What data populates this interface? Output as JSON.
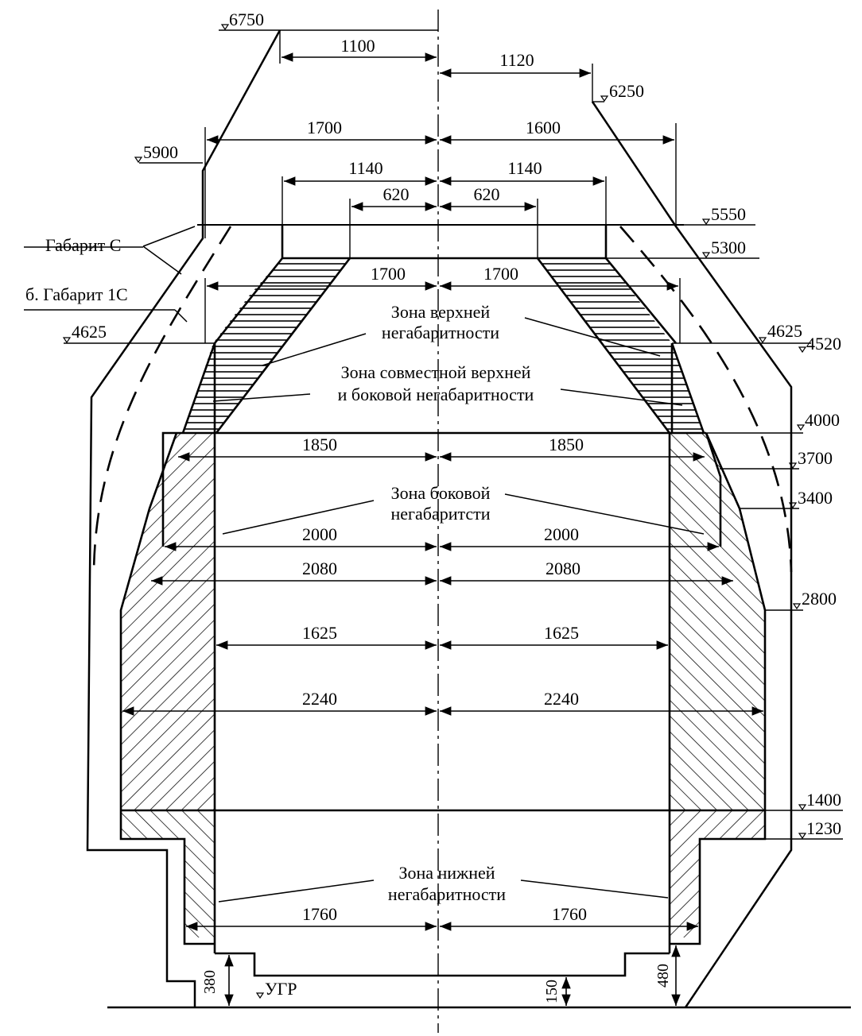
{
  "dimensions": {
    "top_left_width": "1100",
    "top_right_width": "1120",
    "c_left_half_top": "1700",
    "c_right_half_top": "1600",
    "left_1140": "1140",
    "right_1140": "1140",
    "left_620": "620",
    "right_620": "620",
    "left_1700_mid": "1700",
    "right_1700_mid": "1700",
    "left_1850": "1850",
    "right_1850": "1850",
    "left_2000": "2000",
    "right_2000": "2000",
    "left_2080": "2080",
    "right_2080": "2080",
    "left_1625": "1625",
    "right_1625": "1625",
    "left_2240": "2240",
    "right_2240": "2240",
    "left_1760": "1760",
    "right_1760": "1760",
    "left_380": "380",
    "right_480": "480",
    "center_150": "150"
  },
  "elevations": {
    "e6750": "6750",
    "e6250": "6250",
    "e5900": "5900",
    "e5550": "5550",
    "e5300": "5300",
    "e4625_left": "4625",
    "e4625_right": "4625",
    "e4520": "4520",
    "e4000": "4000",
    "e3700": "3700",
    "e3400": "3400",
    "e2800": "2800",
    "e1400": "1400",
    "e1230": "1230",
    "rail_level": "УГР"
  },
  "labels": {
    "gabarit_c": "Габарит С",
    "gabarit_1c": "б. Габарит 1С",
    "upper_zone_1": "Зона верхней",
    "upper_zone_2": "негабаритности",
    "joint_zone_1": "Зона совместной верхней",
    "joint_zone_2": "и боковой негабаритности",
    "side_zone_1": "Зона боковой",
    "side_zone_2": "негабаритсти",
    "lower_zone_1": "Зона нижней",
    "lower_zone_2": "негабаритности"
  },
  "colors": {
    "ink": "#000000",
    "paper": "#ffffff"
  }
}
